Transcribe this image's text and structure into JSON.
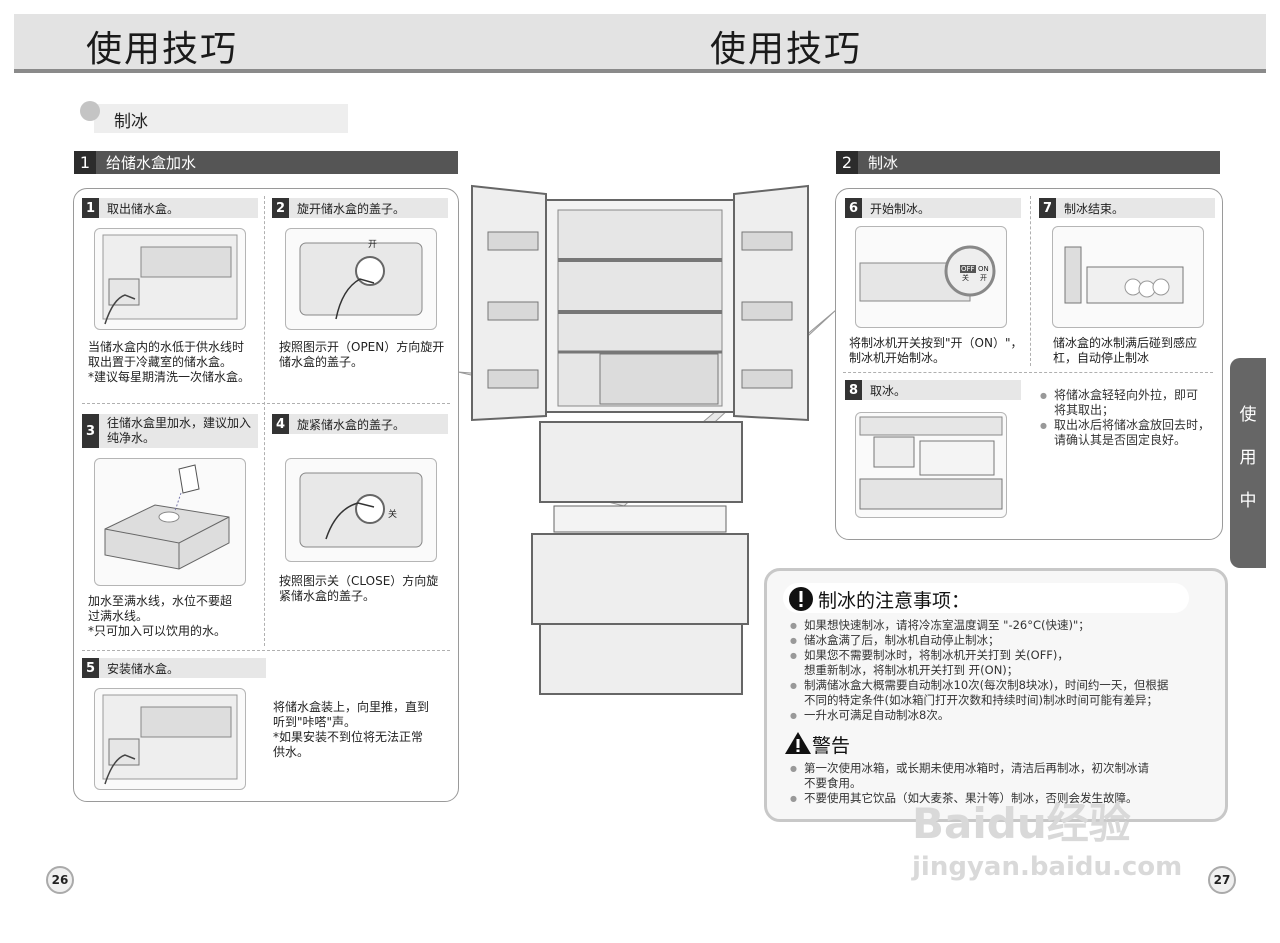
{
  "header": {
    "title_left": "使用技巧",
    "title_right": "使用技巧"
  },
  "section": {
    "label": "制冰"
  },
  "part1": {
    "num": "1",
    "title": "给储水盒加水"
  },
  "part2": {
    "num": "2",
    "title": "制冰"
  },
  "steps": {
    "s1": {
      "num": "1",
      "title": "取出储水盒。",
      "caption": "当储水盒内的水低于供水线时\n取出置于冷藏室的储水盒。\n*建议每星期清洗一次储水盒。"
    },
    "s2": {
      "num": "2",
      "title": "旋开储水盒的盖子。",
      "caption": "按照图示开（OPEN）方向旋开\n储水盒的盖子。",
      "dial_label": "开"
    },
    "s3": {
      "num": "3",
      "title": "往储水盒里加水，建议加入\n纯净水。",
      "caption": "加水至满水线，水位不要超\n过满水线。\n*只可加入可以饮用的水。"
    },
    "s4": {
      "num": "4",
      "title": "旋紧储水盒的盖子。",
      "caption": "按照图示关（CLOSE）方向旋\n紧储水盒的盖子。",
      "dial_label": "关"
    },
    "s5": {
      "num": "5",
      "title": "安装储水盒。",
      "caption": "将储水盒装上，向里推，直到\n听到\"咔嗒\"声。\n*如果安装不到位将无法正常\n 供水。"
    },
    "s6": {
      "num": "6",
      "title": "开始制冰。",
      "caption": "将制冰机开关按到\"开（ON）\"，\n制冰机开始制冰。",
      "switch_off": "OFF",
      "switch_off_cn": "关",
      "switch_on": "ON",
      "switch_on_cn": "开"
    },
    "s7": {
      "num": "7",
      "title": "制冰结束。",
      "caption": "储冰盒的冰制满后碰到感应\n杠，自动停止制冰"
    },
    "s8": {
      "num": "8",
      "title": "取冰。",
      "bullets": [
        "将储冰盒轻轻向外拉，即可\n将其取出；",
        "取出冰后将储冰盒放回去时，\n请确认其是否固定良好。"
      ]
    }
  },
  "notes": {
    "title": "制冰的注意事项：",
    "items": [
      "如果想快速制冰，请将冷冻室温度调至 \"-26°C(快速)\"；",
      "储冰盒满了后，制冰机自动停止制冰；",
      "如果您不需要制冰时，将制冰机开关打到 关(OFF)，\n想重新制冰，将制冰机开关打到 开(ON)；",
      "制满储冰盒大概需要自动制冰10次(每次制8块冰)，时间约一天，但根据\n不同的特定条件(如冰箱门打开次数和持续时间)制冰时间可能有差异；",
      "一升水可满足自动制冰8次。"
    ],
    "warning_title": "警告",
    "warnings": [
      "第一次使用冰箱，或长期未使用冰箱时，清洁后再制冰，初次制冰请\n不要食用。",
      "不要使用其它饮品（如大麦茶、果汁等）制冰，否则会发生故障。"
    ]
  },
  "side_tab": [
    "使",
    "用",
    "中"
  ],
  "pages": {
    "left": "26",
    "right": "27"
  },
  "watermark": {
    "line1": "Baidu经验",
    "line2": "jingyan.baidu.com"
  },
  "colors": {
    "dark_bar": "#555555",
    "accent_gray": "#666666",
    "panel_border": "#9a9a9a"
  }
}
